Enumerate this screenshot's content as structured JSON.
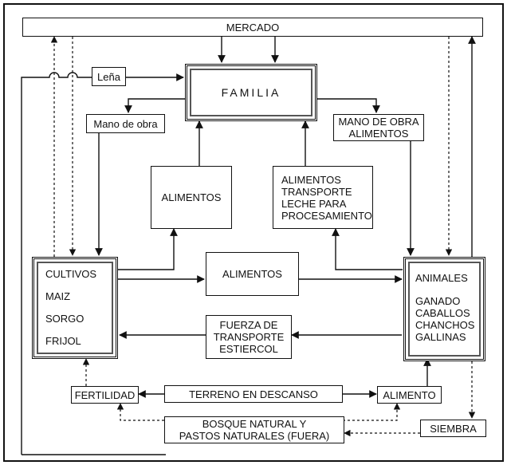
{
  "mercado": "MERCADO",
  "lena": "Leña",
  "familia": "FAMILIA",
  "mano_obra_left": "Mano de obra",
  "mano_obra_right": [
    "MANO DE OBRA",
    "ALIMENTOS"
  ],
  "alimentos_left": "ALIMENTOS",
  "alimentos_center_list": [
    "ALIMENTOS",
    "TRANSPORTE",
    "LECHE PARA",
    "PROCESAMIENTO"
  ],
  "cultivos": [
    "CULTIVOS",
    "MAIZ",
    "SORGO",
    "FRIJOL"
  ],
  "alimentos_mid": "ALIMENTOS",
  "animales": [
    "ANIMALES",
    "GANADO",
    "CABALLOS",
    "CHANCHOS",
    "GALLINAS"
  ],
  "fuerza": [
    "FUERZA DE",
    "TRANSPORTE",
    "ESTIERCOL"
  ],
  "fertilidad": "FERTILIDAD",
  "terreno": "TERRENO EN DESCANSO",
  "alimento": "ALIMENTO",
  "bosque": [
    "BOSQUE NATURAL Y",
    "PASTOS NATURALES (FUERA)"
  ],
  "siembra": "SIEMBRA"
}
